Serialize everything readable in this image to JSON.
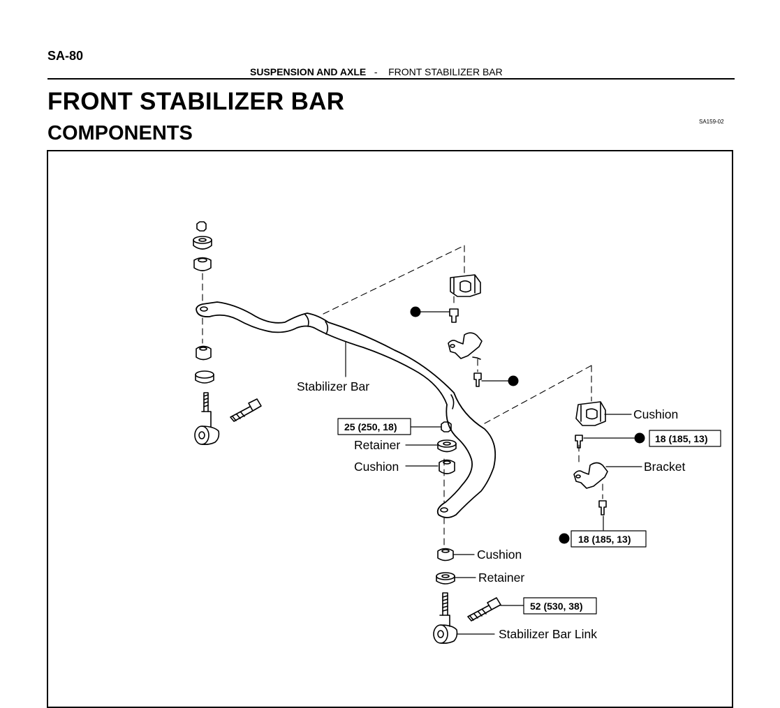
{
  "page": {
    "number": "SA-80",
    "section": "SUSPENSION AND AXLE",
    "separator": "-",
    "topic": "FRONT STABILIZER BAR",
    "title": "FRONT STABILIZER BAR",
    "subtitle": "COMPONENTS",
    "figure_code": "SA159-02"
  },
  "diagram": {
    "labels": {
      "stabilizer_bar": "Stabilizer Bar",
      "retainer_left": "Retainer",
      "cushion_left": "Cushion",
      "cushion_bracket": "Cushion",
      "bracket": "Bracket",
      "cushion_lower": "Cushion",
      "retainer_lower": "Retainer",
      "stabilizer_bar_link": "Stabilizer Bar Link"
    },
    "torque_specs": {
      "link_nut": "25 (250, 18)",
      "bracket_bolt_upper": "18 (185, 13)",
      "bracket_bolt_lower": "18 (185, 13)",
      "link_bolt": "52 (530, 38)"
    }
  }
}
